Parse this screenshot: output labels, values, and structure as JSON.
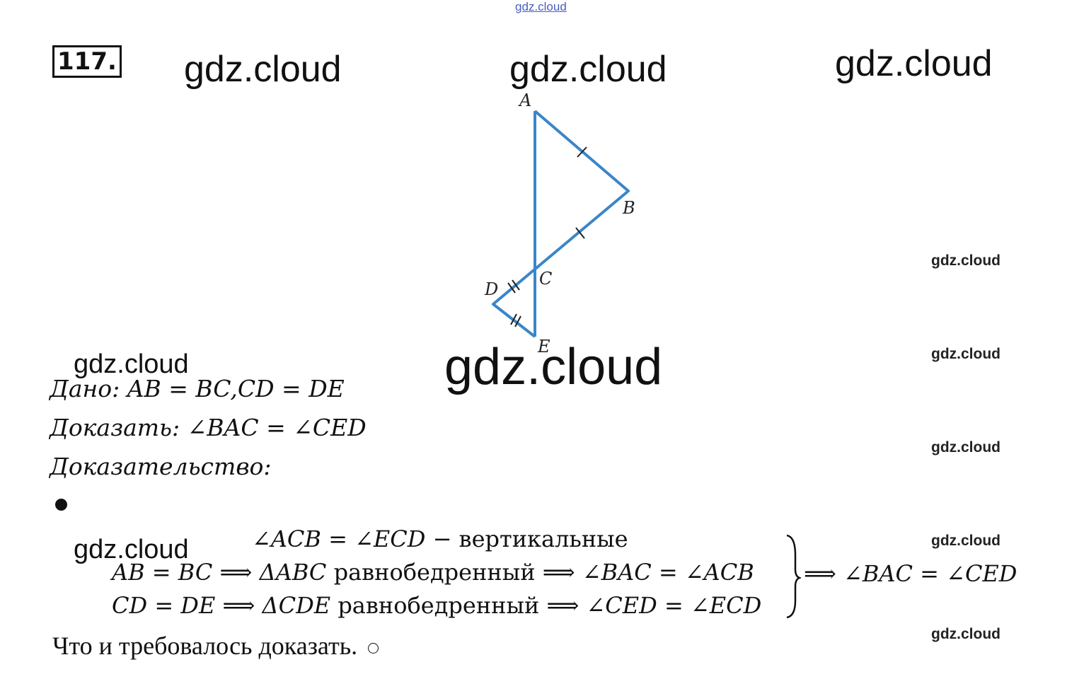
{
  "watermark": "gdz.cloud",
  "problem_number": "117.",
  "figure": {
    "labels": {
      "A": "A",
      "B": "B",
      "C": "C",
      "D": "D",
      "E": "E"
    },
    "line_color": "#3a86c8"
  },
  "given": {
    "label": "Дано",
    "text": "AB = BC,CD = DE"
  },
  "prove": {
    "label": "Доказать",
    "text": "∠BAC = ∠CED"
  },
  "proof": {
    "label": "Доказательство"
  },
  "steps": [
    {
      "math": "∠ACB = ∠ECD",
      "word": "вертикальные"
    },
    {
      "left": "AB = BC ⟹ ΔABC",
      "word": "равнобедренный",
      "right": "⟹ ∠BAC = ∠ACB"
    },
    {
      "left": "CD = DE ⟹ ΔCDE",
      "word": "равнобедренный",
      "right": "⟹ ∠CED = ∠ECD"
    }
  ],
  "conclusion": "⟹ ∠BAC = ∠CED",
  "qed": "Что и требовалось доказать."
}
